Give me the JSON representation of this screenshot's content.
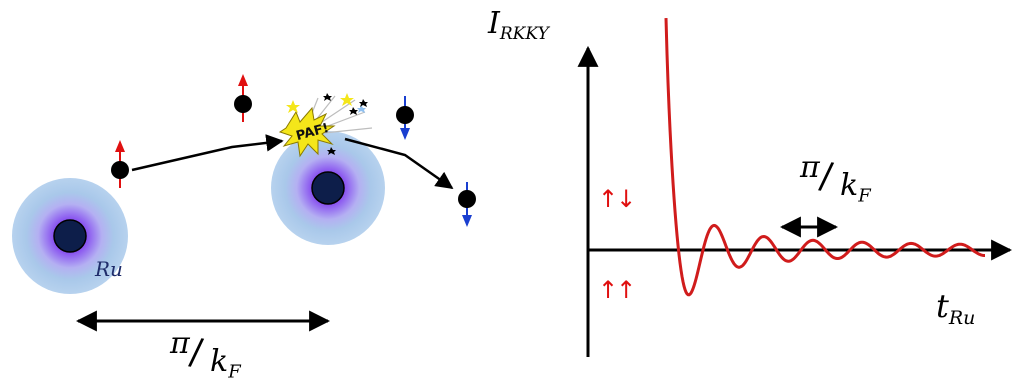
{
  "left_panel": {
    "atom_label": "Ru",
    "distance_label": {
      "numerator": "π",
      "denominator": "k",
      "subscript": "F"
    },
    "impact_text": "PAF!"
  },
  "right_panel": {
    "y_axis_label": {
      "main": "I",
      "subscript": "RKKY"
    },
    "x_axis_label": {
      "main": "t",
      "subscript": "Ru"
    },
    "period_label": {
      "numerator": "π",
      "denominator": "k",
      "subscript": "F"
    },
    "antiparallel_label": "↑↓",
    "parallel_label": "↑↑"
  },
  "colors": {
    "curve": "#d01c1c",
    "spin_up": "#e01010",
    "spin_down": "#1a3fd0",
    "atom_core": "#0d1e4a",
    "atom_glow": "#7a3df0",
    "atom_halo": "#a9c8ea",
    "impact_star": "#f4e61a"
  }
}
